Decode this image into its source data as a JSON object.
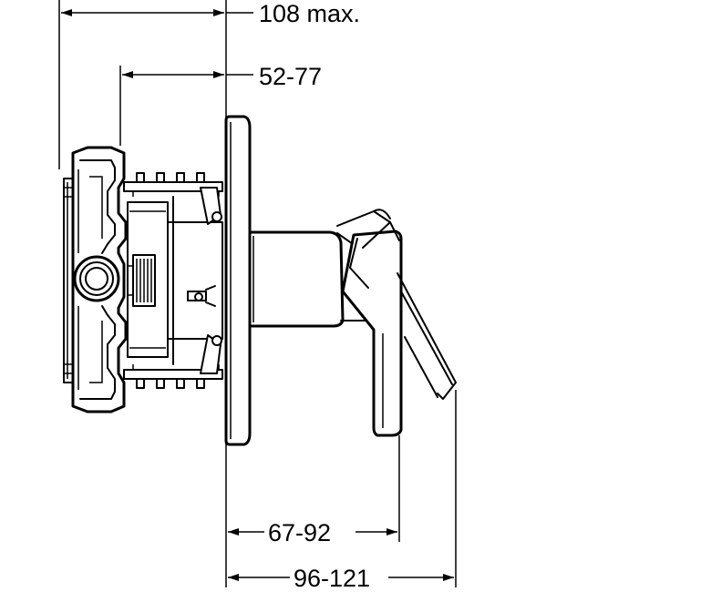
{
  "dimensions": {
    "total_depth": "108 max.",
    "installation_depth": "52-77",
    "handle_projection": "67-92",
    "lever_projection": "96-121"
  }
}
